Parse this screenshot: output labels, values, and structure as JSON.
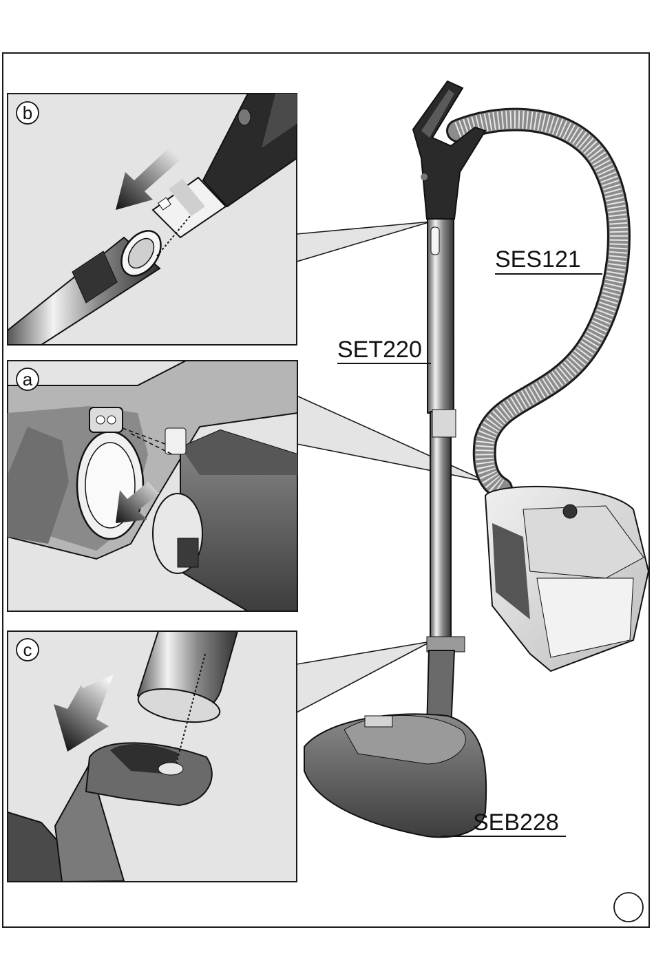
{
  "labels": {
    "hose": "SES121",
    "wand": "SET220",
    "floorhead": "SEB228"
  },
  "panels": [
    {
      "badge": "b"
    },
    {
      "badge": "a"
    },
    {
      "badge": "c"
    }
  ],
  "page_marker": "",
  "colors": {
    "panel_bg": "#e4e4e4",
    "line": "#1a1a1a",
    "dark_part": "#2a2a2a",
    "mid_part": "#6f6f6f",
    "light_part": "#cfcfcf"
  }
}
